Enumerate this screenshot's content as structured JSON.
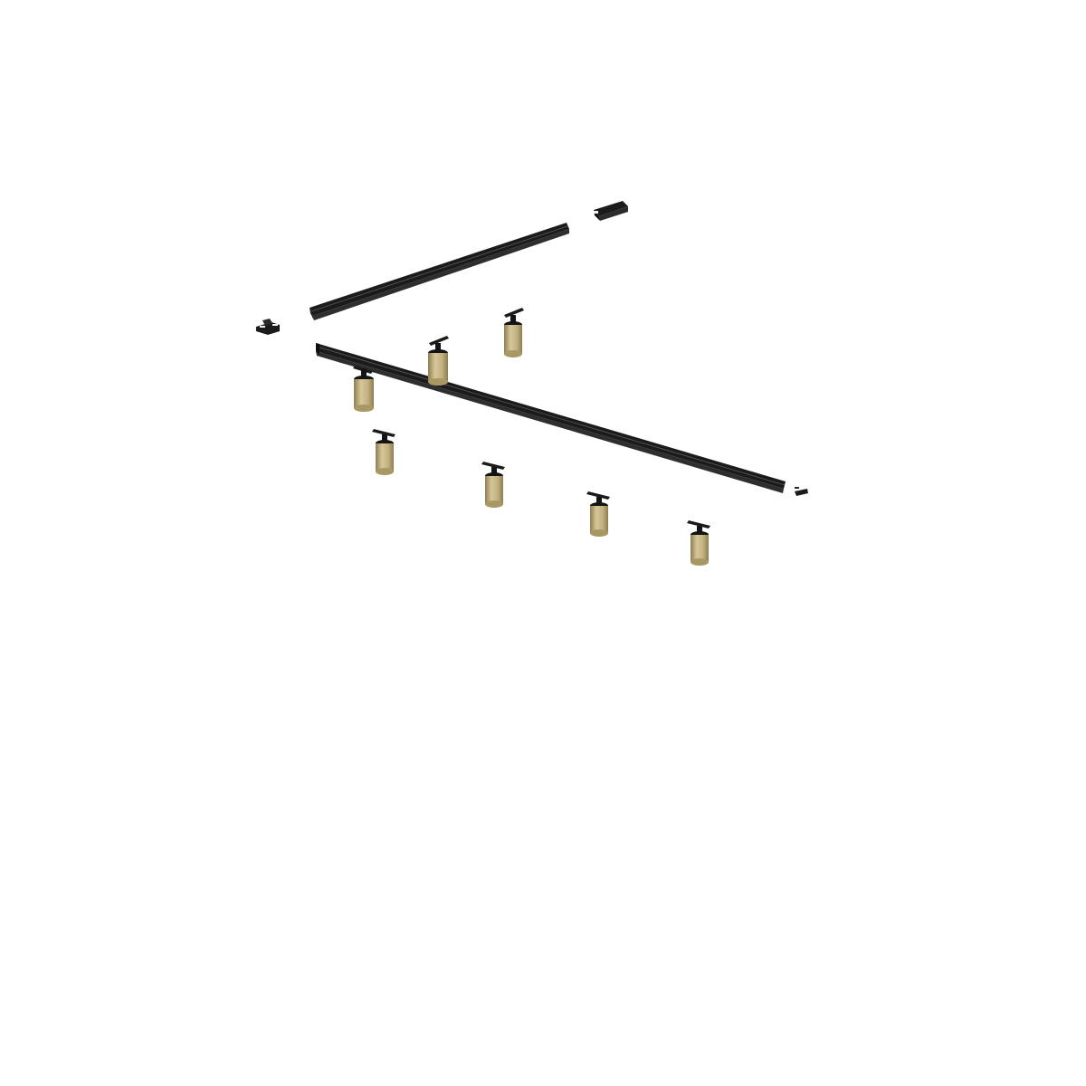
{
  "scene": {
    "description_visible_text": "",
    "background_color": "#ffffff",
    "colors": {
      "track_dark": "#1b1b1b",
      "track_mid": "#2a2a2a",
      "track_edge": "#454545",
      "highlight": "#f2f2f2",
      "brass_light": "#d6c79a",
      "brass_mid": "#b9a875",
      "brass_dark": "#8d7d50",
      "black": "#141414"
    },
    "components": {
      "track_rails": 2,
      "track_connectors": 3,
      "spotlights": 7
    }
  }
}
